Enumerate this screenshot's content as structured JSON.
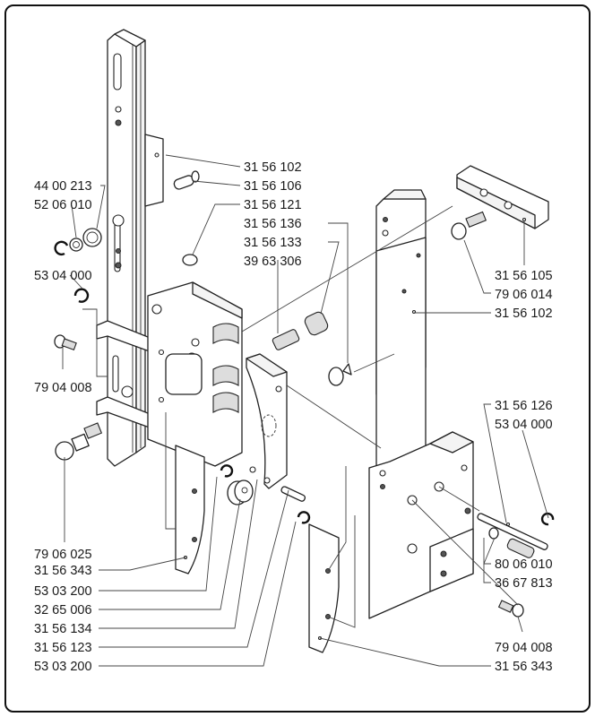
{
  "diagram": {
    "type": "exploded-parts-view",
    "callouts": {
      "left": [
        {
          "id": "l1",
          "part_no": "44 00 213"
        },
        {
          "id": "l2",
          "part_no": "52 06 010"
        },
        {
          "id": "l3",
          "part_no": "53 04 000"
        },
        {
          "id": "l4",
          "part_no": "79 04 008"
        },
        {
          "id": "l5",
          "part_no": "79 06 025"
        },
        {
          "id": "l6",
          "part_no": "31 56 343"
        },
        {
          "id": "l7",
          "part_no": "53 03 200"
        },
        {
          "id": "l8",
          "part_no": "32 65 006"
        },
        {
          "id": "l9",
          "part_no": "31 56 134"
        },
        {
          "id": "l10",
          "part_no": "31 56 123"
        },
        {
          "id": "l11",
          "part_no": "53 03 200"
        }
      ],
      "center": [
        {
          "id": "c1",
          "part_no": "31 56 102"
        },
        {
          "id": "c2",
          "part_no": "31 56 106"
        },
        {
          "id": "c3",
          "part_no": "31 56 121"
        },
        {
          "id": "c4",
          "part_no": "31 56 136"
        },
        {
          "id": "c5",
          "part_no": "31 56 133"
        },
        {
          "id": "c6",
          "part_no": "39 63 306"
        }
      ],
      "right": [
        {
          "id": "r1",
          "part_no": "31 56 105"
        },
        {
          "id": "r2",
          "part_no": "79 06 014"
        },
        {
          "id": "r3",
          "part_no": "31 56 102"
        },
        {
          "id": "r4",
          "part_no": "31 56 126"
        },
        {
          "id": "r5",
          "part_no": "53 04 000"
        },
        {
          "id": "r6",
          "part_no": "80 06 010"
        },
        {
          "id": "r7",
          "part_no": "36 67 813"
        },
        {
          "id": "r8",
          "part_no": "79 04 008"
        },
        {
          "id": "r9",
          "part_no": "31 56 343"
        }
      ]
    }
  }
}
